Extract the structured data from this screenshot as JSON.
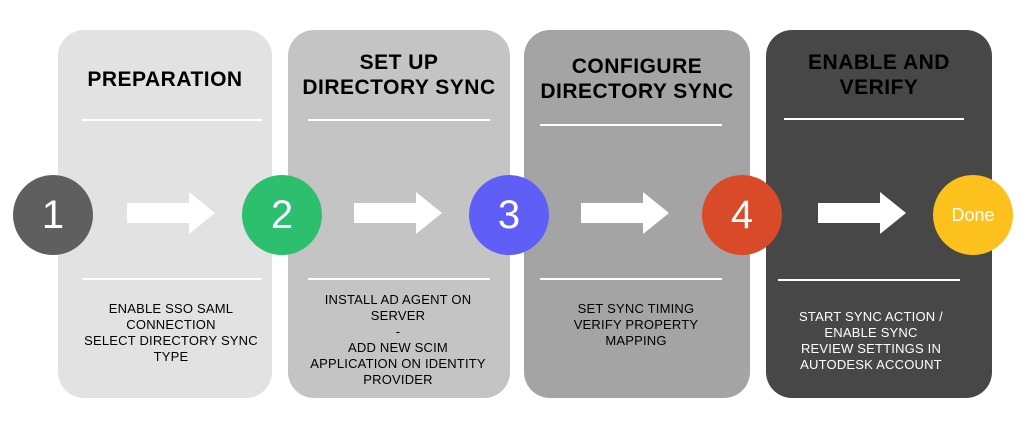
{
  "colors": {
    "panel1_bg": "#e2e2e2",
    "panel2_bg": "#c4c4c4",
    "panel3_bg": "#a4a4a4",
    "panel4_bg": "#474747",
    "step1": "#5f5f5f",
    "step2": "#2bbf6e",
    "step3": "#5f5ff7",
    "step4": "#d84a28",
    "done": "#fcc11c",
    "arrow": "#ffffff"
  },
  "panels": [
    {
      "title": "PREPARATION",
      "description": "ENABLE SSO SAML\nCONNECTION\nSELECT DIRECTORY SYNC\nTYPE"
    },
    {
      "title": "SET UP\nDIRECTORY SYNC",
      "description": "INSTALL AD AGENT ON\nSERVER\n-\nADD NEW SCIM\nAPPLICATION ON IDENTITY\nPROVIDER"
    },
    {
      "title": "CONFIGURE\nDIRECTORY SYNC",
      "description": "SET SYNC TIMING\nVERIFY PROPERTY\nMAPPING"
    },
    {
      "title": "ENABLE AND\nVERIFY",
      "description": "START SYNC ACTION /\nENABLE SYNC\nREVIEW SETTINGS IN\nAUTODESK ACCOUNT"
    }
  ],
  "steps": [
    "1",
    "2",
    "3",
    "4",
    "Done"
  ],
  "icons": [
    "right-arrow-icon",
    "right-arrow-icon",
    "right-arrow-icon",
    "right-arrow-icon"
  ]
}
